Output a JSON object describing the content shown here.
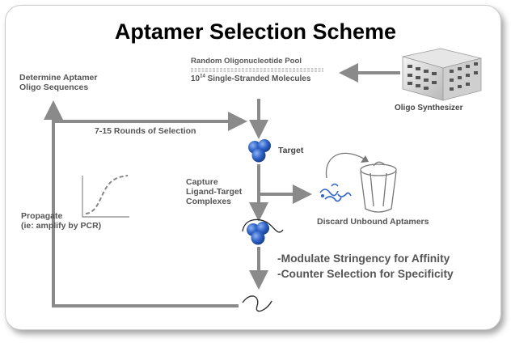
{
  "title": "Aptamer Selection Scheme",
  "pool": {
    "title": "Random Oligonucleotide Pool",
    "count_base": "10",
    "count_exponent": "14",
    "count_suffix": " Single-Stranded Molecules"
  },
  "synthesizer": {
    "label": "Oligo Synthesizer",
    "icon": "oligo-synthesizer-icon"
  },
  "steps": {
    "determine_line1": "Determine Aptamer",
    "determine_line2": "Oligo Sequences",
    "rounds": "7-15 Rounds of Selection",
    "target": "Target",
    "capture_line1": "Capture",
    "capture_line2": "Ligand-Target",
    "capture_line3": "Complexes",
    "discard": "Discard Unbound Aptamers",
    "propagate_line1": "Propagate",
    "propagate_line2": "(ie: amplify by PCR)"
  },
  "notes": {
    "line1": "-Modulate Stringency for Affinity",
    "line2": "-Counter Selection for Specificity"
  },
  "colors": {
    "arrow": "#8a8a8a",
    "molecule": "#2f62c8",
    "text": "#555555",
    "card_border": "#c9c9c9"
  },
  "icons": [
    "target-molecule-icon",
    "trash-can-icon",
    "pcr-curve-icon",
    "bound-aptamer-icon",
    "aptamer-strand-icon",
    "unbound-aptamers-icon"
  ]
}
